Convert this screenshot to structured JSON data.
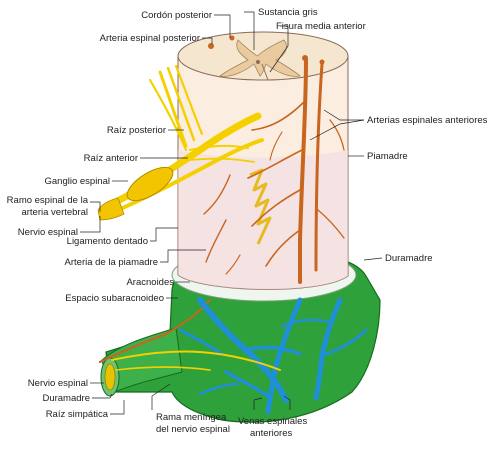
{
  "labels": {
    "cordon_posterior": "Cordón posterior",
    "sustancia_gris": "Sustancia gris",
    "fisura_media_anterior": "Fisura media anterior",
    "arteria_espinal_posterior": "Arteria espinal posterior",
    "raiz_posterior": "Raíz posterior",
    "arterias_espinales_anteriores": "Arterias espinales anteriores",
    "raiz_anterior": "Raíz anterior",
    "piamadre": "Piamadre",
    "ganglio_espinal": "Ganglio espinal",
    "ramo_espinal_line1": "Ramo espinal de la",
    "ramo_espinal_line2": "arteria vertebral",
    "nervio_espinal_top": "Nervio espinal",
    "ligamento_dentado": "Ligamento dentado",
    "arteria_piamadre": "Arteria de la piamadre",
    "duramadre_right": "Duramadre",
    "aracnoides": "Aracnoides",
    "espacio_subaracnoideo": "Espacio subaracnoideo",
    "nervio_espinal_bottom": "Nervio espinal",
    "duramadre_bottom": "Duramadre",
    "raiz_simpatica": "Raíz simpática",
    "rama_meningea_line1": "Rama meníngea",
    "rama_meningea_line2": "del nervio espinal",
    "venas_espinales_line1": "Venas espinales",
    "venas_espinales_line2": "anteriores"
  },
  "colors": {
    "cord_surface": "#fbeee0",
    "cord_shadow": "#f0d8e4",
    "gray_matter": "#f3e2c4",
    "artery": "#c8651e",
    "nerve": "#f5d000",
    "dura": "#2fa13a",
    "vein": "#1f8fd8",
    "arachnoid": "#eef6ef"
  }
}
